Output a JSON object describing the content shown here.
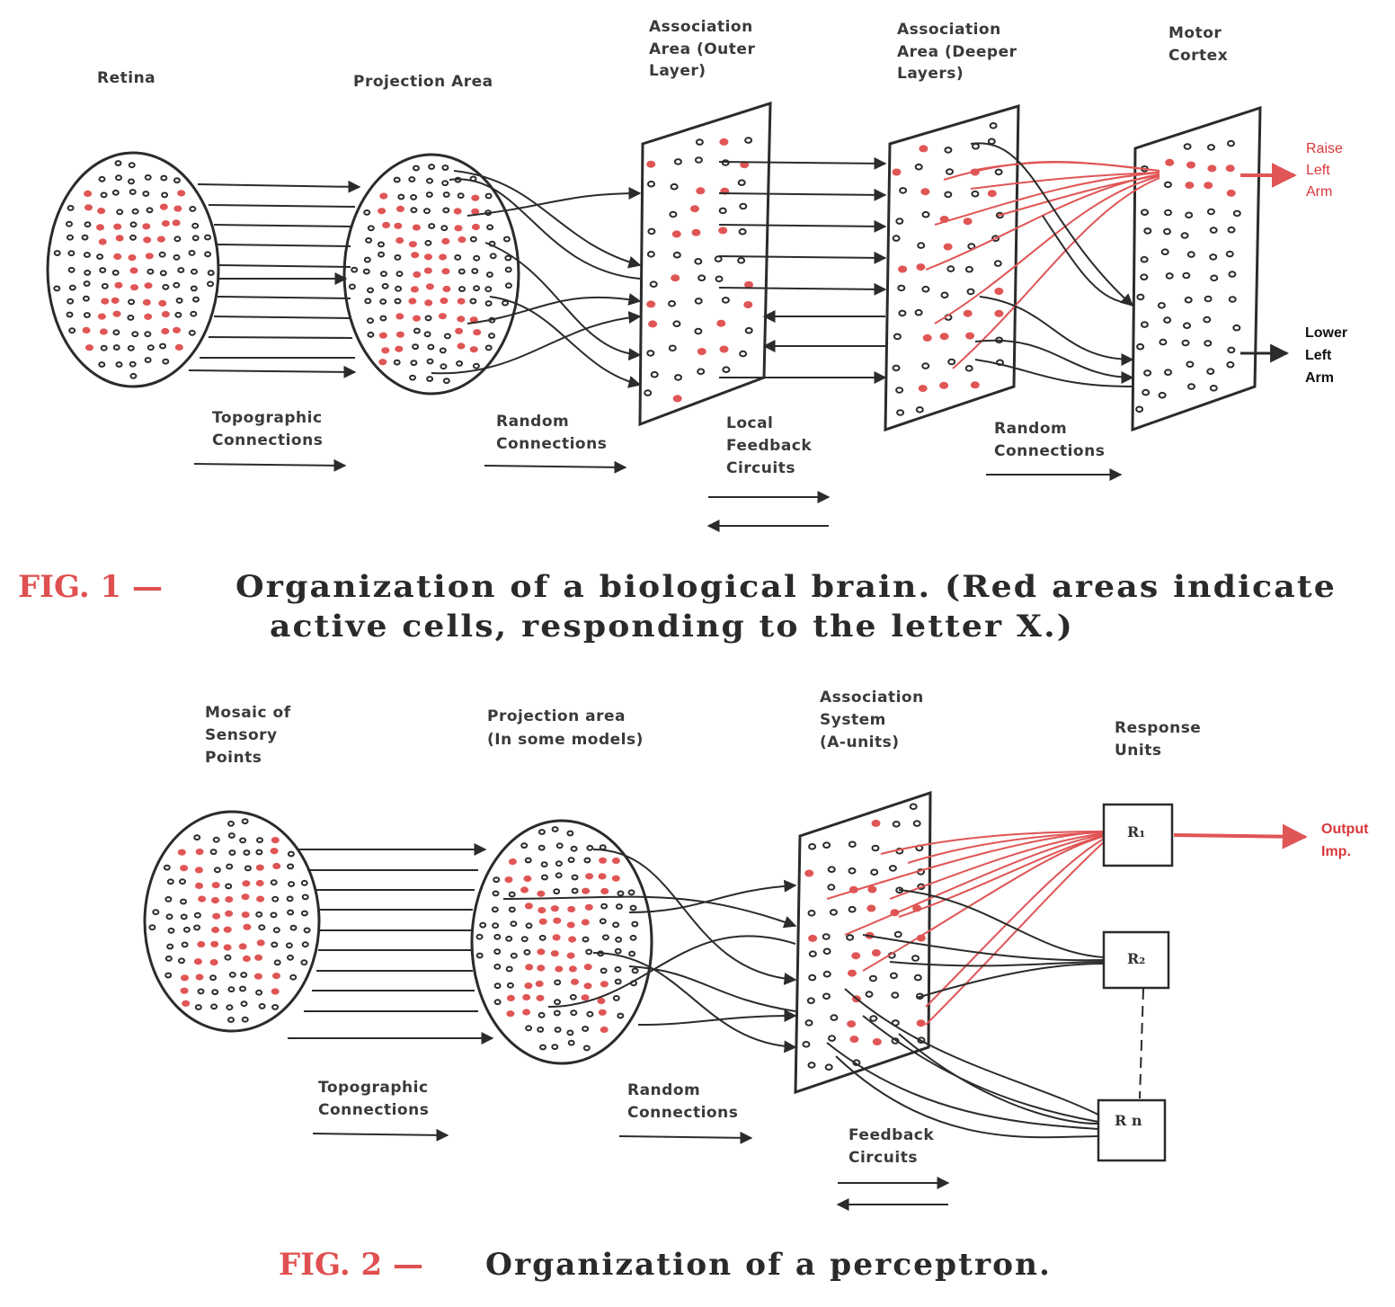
{
  "fig1": {
    "labels": {
      "retina": "Retina",
      "projection": "Projection Area",
      "assoc_outer": [
        "Association",
        "Area (Outer",
        "Layer)"
      ],
      "assoc_deeper": [
        "Association",
        "Area (Deeper",
        "Layers)"
      ],
      "motor": [
        "Motor",
        "Cortex"
      ],
      "topographic": [
        "Topographic",
        "Connections"
      ],
      "random1": [
        "Random",
        "Connections"
      ],
      "local_feedback": [
        "Local",
        "Feedback",
        "Circuits"
      ],
      "random2": [
        "Random",
        "Connections"
      ],
      "raise": [
        "Raise",
        "Left",
        "Arm"
      ],
      "lower": [
        "Lower",
        "Left",
        "Arm"
      ]
    },
    "caption": {
      "fig": "FIG. 1 —",
      "line1": "Organization of a biological brain. (Red areas indicate",
      "line2": "active cells, responding to the letter X.)"
    }
  },
  "fig2": {
    "labels": {
      "mosaic": [
        "Mosaic of",
        "Sensory",
        "Points"
      ],
      "projection": [
        "Projection area",
        "(In some models)"
      ],
      "assoc": [
        "Association",
        "System",
        "(A-units)"
      ],
      "response": [
        "Response",
        "Units"
      ],
      "topographic": [
        "Topographic",
        "Connections"
      ],
      "random": [
        "Random",
        "Connections"
      ],
      "feedback": [
        "Feedback",
        "Circuits"
      ],
      "output": [
        "Output",
        "Imp."
      ],
      "r1": "R₁",
      "r2": "R₂",
      "rn": "R  n"
    },
    "caption": {
      "fig": "FIG. 2 —",
      "text": "Organization of a perceptron."
    }
  },
  "colors": {
    "active": "#e05555",
    "ink": "#2b2b2b",
    "caption_red": "#e05050"
  }
}
